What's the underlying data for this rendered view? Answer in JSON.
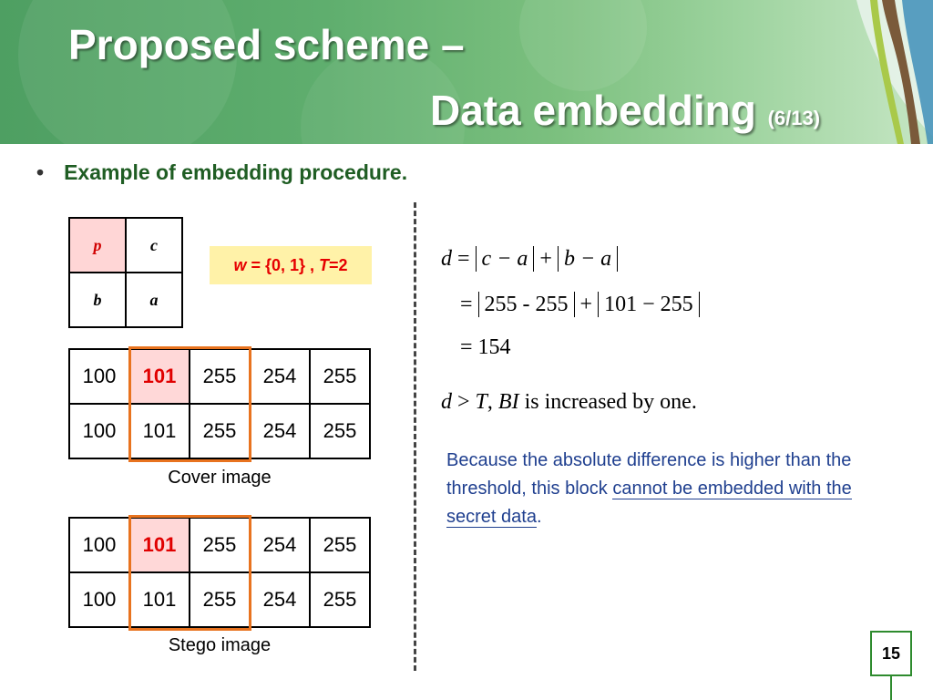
{
  "title": {
    "line1": "Proposed scheme –",
    "line2": "Data embedding",
    "counter": "(6/13)"
  },
  "bullet": {
    "symbol": "•",
    "text": "Example of embedding procedure."
  },
  "pixel_labels": {
    "p": "p",
    "c": "c",
    "b": "b",
    "a": "a"
  },
  "params": {
    "w_label": "w",
    "w_value": " = {0, 1} , ",
    "t_label": "T",
    "t_value": "=2"
  },
  "cover": {
    "rows": [
      [
        "100",
        "101",
        "255",
        "254",
        "255"
      ],
      [
        "100",
        "101",
        "255",
        "254",
        "255"
      ]
    ],
    "caption": "Cover image"
  },
  "stego": {
    "rows": [
      [
        "100",
        "101",
        "255",
        "254",
        "255"
      ],
      [
        "100",
        "101",
        "255",
        "254",
        "255"
      ]
    ],
    "caption": "Stego image"
  },
  "math": {
    "d": "d",
    "eq": "=",
    "c_minus_a": "c − a",
    "plus": "+",
    "b_minus_a": "b − a",
    "abs1": "255 - 255",
    "abs2": "101 − 255",
    "result": "154",
    "cond_d": "d",
    "cond_gt": " > ",
    "cond_T": "T",
    "cond_sep": ", ",
    "cond_BI": "BI",
    "cond_text": " is increased by one."
  },
  "note": {
    "text1": "Because the absolute difference is higher than the threshold, this block ",
    "link": "cannot be embedded with the secret data",
    "text2": "."
  },
  "page_number": "15",
  "colors": {
    "accent_orange": "#e8731f",
    "highlight_red": "#e00000",
    "note_blue": "#1f3f8f",
    "bullet_green": "#1f5d23"
  }
}
